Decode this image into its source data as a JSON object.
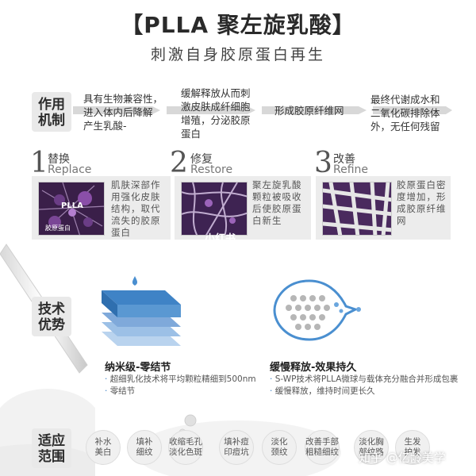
{
  "header": {
    "title": "【PLLA 聚左旋乳酸】",
    "subtitle": "刺激自身胶原蛋白再生"
  },
  "mechanism": {
    "tag": [
      "作用",
      "机制"
    ],
    "steps": [
      [
        "具有生物兼容性，",
        "进入体内后降解",
        "产生乳酸-"
      ],
      [
        "缓解释放从而刺",
        "激皮肤成纤细胞",
        "增殖，分泌胶原",
        "蛋白"
      ],
      [
        "形成胶原纤维网"
      ],
      [
        "最终代谢成水和",
        "二氧化碳排除体",
        "外，无任何残留"
      ]
    ]
  },
  "stages": [
    {
      "number": "1",
      "cn": "替换",
      "en": "Replace",
      "image_label": "PLLA",
      "image_caption": "胶原蛋白",
      "text": [
        "肌肤深部作",
        "用强化皮肤",
        "结构，取代",
        "流失的胶原",
        "蛋白"
      ]
    },
    {
      "number": "2",
      "cn": "修复",
      "en": "Restore",
      "text": [
        "聚左旋乳酸",
        "颗粒被吸收",
        "后使胶原蛋",
        "白新生"
      ]
    },
    {
      "number": "3",
      "cn": "改善",
      "en": "Refine",
      "text": [
        "胶原蛋白密",
        "度增加，形",
        "成胶原纤维",
        "网"
      ]
    }
  ],
  "sticker": "小红书",
  "advantages": {
    "tag": [
      "技术",
      "优势"
    ],
    "items": [
      {
        "title": "纳米级-零结节",
        "lines": [
          "超细乳化技术将平均颗粒精细到500nm",
          "零结节"
        ]
      },
      {
        "title": "缓慢释放-效果持久",
        "lines": [
          "S-WP技术将PLLA微球与载体充分融合并形成包裹",
          "缓慢释放，维持时间更长久"
        ]
      }
    ]
  },
  "scope": {
    "tag": [
      "适应",
      "范围"
    ],
    "items": [
      [
        "补水",
        "美白"
      ],
      [
        "填补",
        "细纹"
      ],
      [
        "收缩毛孔",
        "淡化色斑"
      ],
      [
        "填补痘",
        "印痘坑"
      ],
      [
        "淡化",
        "颈纹"
      ],
      [
        "改善手部",
        "粗糙细纹"
      ],
      [
        "淡化胸",
        "部纹路"
      ],
      [
        "生发",
        "护发"
      ]
    ]
  },
  "watermark": "知乎 @亿龄美学"
}
